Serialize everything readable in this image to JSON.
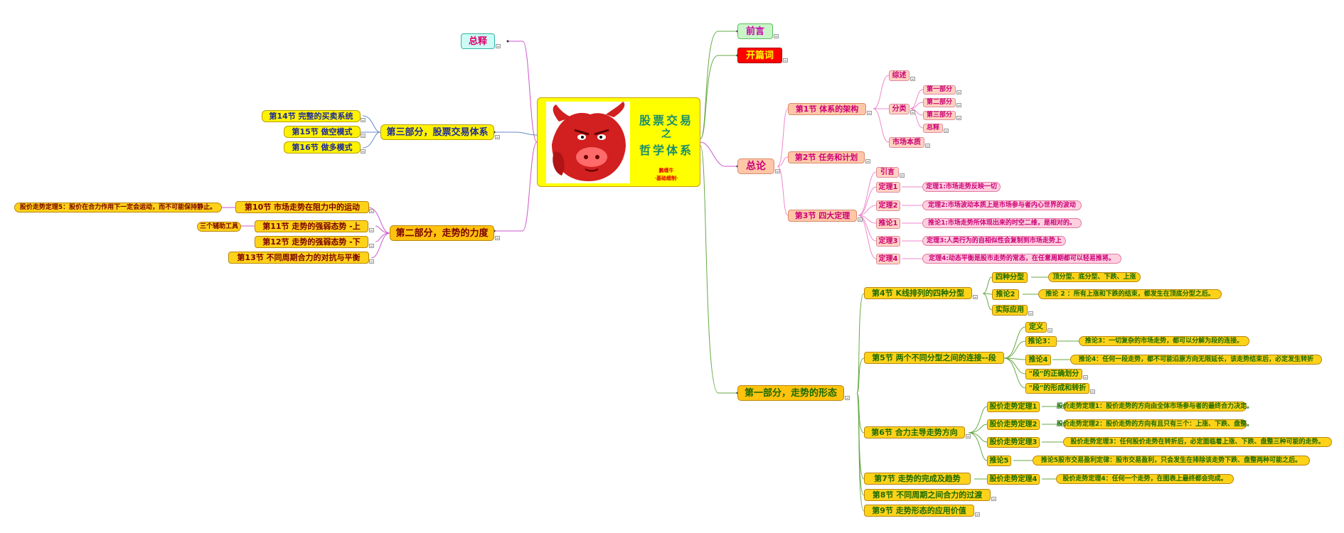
{
  "center": {
    "line1": "股票交易",
    "line2": "之",
    "line3": "哲学体系",
    "sub1": "鹏缠牛",
    "sub2": "·基础缠制·"
  },
  "colors": {
    "trunk_left": "#cc55cc",
    "trunk_right": "#66aa44",
    "pink": "#ee88cc",
    "green": "#66aa44",
    "blue": "#6688cc"
  },
  "left": {
    "zongshi": "总释",
    "part3": {
      "label": "第三部分，股票交易体系",
      "items": [
        "第14节 完整的买卖系统",
        "第15节  做空模式",
        "第16节  做多模式"
      ]
    },
    "part2": {
      "label": "第二部分，走势的力度",
      "items": [
        "第10节  市场走势在阻力中的运动",
        "第11节  走势的强弱态势 -上",
        "第12节  走势的强弱态势 -下",
        "第13节  不同周期合力的对抗与平衡"
      ],
      "leaf10": "股价走势定理5：股价在合力作用下一定会运动，而不可能保持静止。",
      "leaf11": "三个辅助工具"
    }
  },
  "right": {
    "qianyan": "前言",
    "kaipian": "开篇词",
    "zonglun": {
      "label": "总论",
      "s1": {
        "label": "第1节   体系的架构",
        "zongshu": "综述",
        "fenlei": "分类",
        "parts": [
          "第一部分",
          "第二部分",
          "第三部分",
          "总释"
        ],
        "shichang": "市场本质"
      },
      "s2": "第2节  任务和计划",
      "s3": {
        "label": "第3节   四大定理",
        "items": [
          {
            "tag": "引言",
            "text": ""
          },
          {
            "tag": "定理1",
            "text": "定理1:市场走势反映一切"
          },
          {
            "tag": "定理2",
            "text": "定理2:市场波动本质上是市场参与者内心世界的波动"
          },
          {
            "tag": "推论1",
            "text": "推论1:市场走势所体现出来的时空二维，是相对的。"
          },
          {
            "tag": "定理3",
            "text": "定理3:人类行为的自相似性会复制到市场走势上"
          },
          {
            "tag": "定理4",
            "text": "定理4:动态平衡是股市走势的常态，在任意周期都可以轻易推将。"
          }
        ]
      }
    },
    "part1": {
      "label": "第一部分，走势的形态",
      "s4": {
        "label": "第4节   K线排列的四种分型",
        "a": "四种分型",
        "a_leaf": "顶分型、底分型、下跌、上涨",
        "b": "推论2",
        "b_leaf": "推论 2 ：所有上涨和下跌的结束，都发生在顶底分型之后。",
        "c": "实际应用"
      },
      "s5": {
        "label": "第5节  两个不同分型之间的连接--段",
        "a": "定义",
        "b": "推论3：",
        "b_leaf": "推论3：一切复杂的市场走势，都可以分解为段的连接。",
        "c": "推论4",
        "c_leaf": "推论4：任何一段走势，都不可能沿原方向无限延长，该走势结束后，必定发生转折",
        "d": "\"段\"的正确划分",
        "e": "\"段\"的形成和转折"
      },
      "s6": {
        "label": "第6节  合力主导走势方向",
        "items": [
          {
            "tag": "股价走势定理1",
            "text": "股价走势定理1：股价走势的方向由全体市场参与者的最终合力决定。"
          },
          {
            "tag": "股价走势定理2",
            "text": "股价走势定理2：股价走势的方向有且只有三个：上涨、下跌、盘整。"
          },
          {
            "tag": "股价走势定理3",
            "text": "股价走势定理3：任何股价走势在转折后，必定面临着上涨、下跌、盘整三种可能的走势。"
          },
          {
            "tag": "推论5",
            "text": "推论5股市交易盈利定律：股市交易盈利，只会发生在排除该走势下跌、盘整两种可能之后。"
          }
        ]
      },
      "s7": {
        "label": "第7节  走势的完成及趋势",
        "tag": "股价走势定理4",
        "text": "股价走势定理4：任何一个走势，在图表上最终都会完成。"
      },
      "s8": "第8节  不同周期之间合力的过渡",
      "s9": "第9节  走势形态的应用价值"
    }
  }
}
